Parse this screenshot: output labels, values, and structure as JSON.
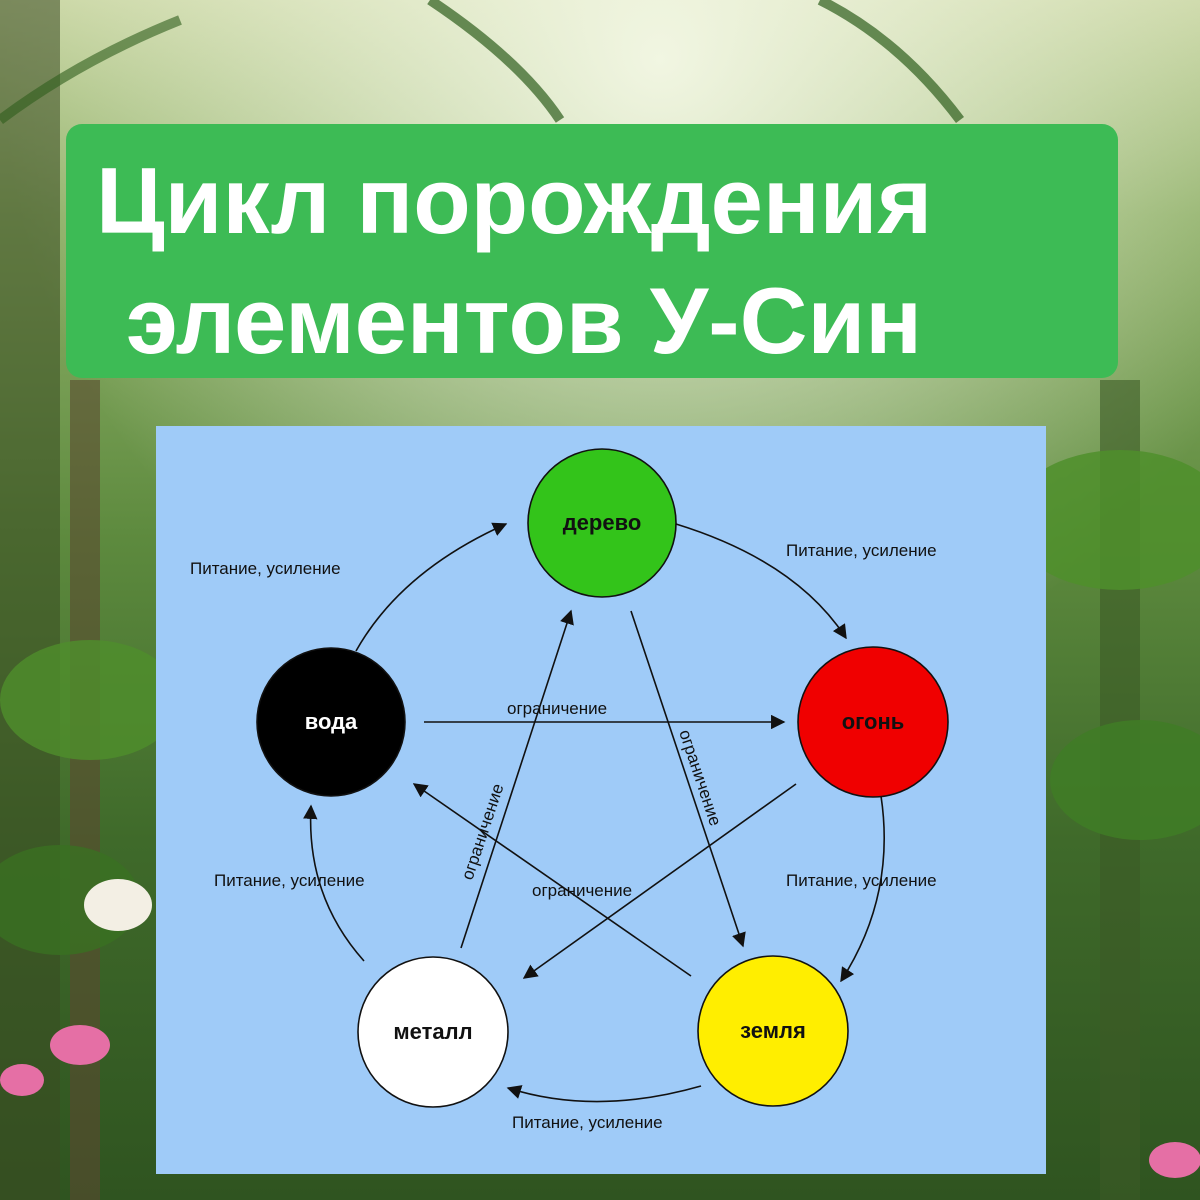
{
  "title": {
    "line1": "Цикл порождения",
    "line2": "элементов У-Син"
  },
  "colors": {
    "title_bg": "#3dbb55",
    "diagram_bg": "#9fcbf8",
    "wood": "#33c41a",
    "fire": "#f00000",
    "earth": "#ffee00",
    "metal": "#ffffff",
    "water": "#000000"
  },
  "nodes": {
    "wood": "дерево",
    "fire": "огонь",
    "earth": "земля",
    "metal": "металл",
    "water": "вода"
  },
  "edges": {
    "gen_water_wood": "Питание, усиление",
    "gen_wood_fire": "Питание, усиление",
    "gen_fire_earth": "Питание, усиление",
    "gen_earth_metal": "Питание, усиление",
    "gen_metal_water": "Питание, усиление",
    "ctrl_water_fire": "ограничение",
    "ctrl_wood_earth": "ограничение",
    "ctrl_metal_wood": "ограничение",
    "ctrl_earth_water": "ограничение"
  }
}
